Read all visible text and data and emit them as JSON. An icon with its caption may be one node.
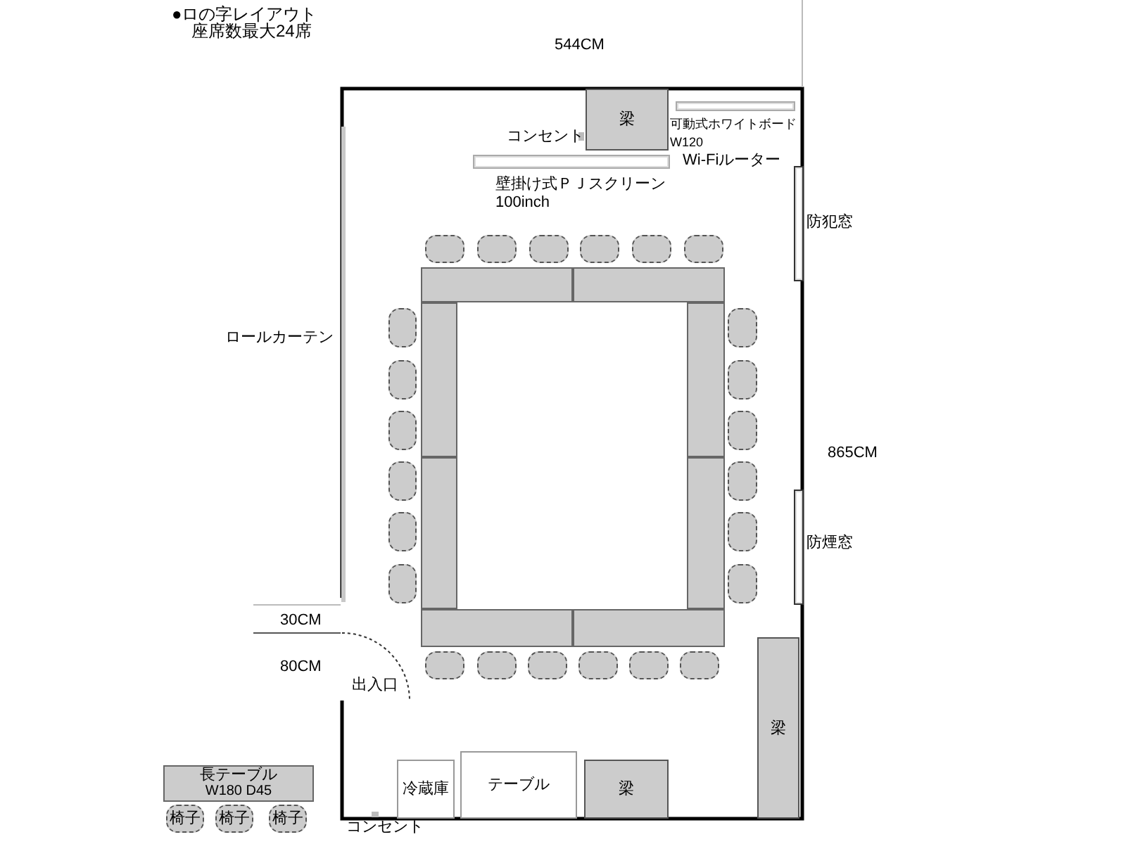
{
  "diagram": {
    "title": "●ロの字レイアウト",
    "nodes": [
      {
        "text": [
          "梁"
        ]
      },
      {
        "text": [],
        "shape": "bar",
        "beside": [
          "可動式ホワイトボード",
          "W120"
        ]
      },
      {
        "text": [],
        "shape": "bar",
        "beside": [
          "壁掛け式ＰＪスクリーン",
          "100inch"
        ]
      },
      {
        "text": [],
        "shape": "bar",
        "beside": [
          "防犯窓"
        ]
      },
      {
        "text": [],
        "shape": "box"
      },
      {
        "text": [],
        "shape": "box"
      },
      {
        "text": [],
        "shape": "box"
      },
      {
        "text": [],
        "shape": "box"
      },
      {
        "text": [],
        "shape": "box"
      },
      {
        "text": [],
        "shape": "box"
      },
      {
        "text": [],
        "shape": "box"
      },
      {
        "text": [],
        "shape": "box"
      },
      {
        "text": [],
        "shape": "box"
      },
      {
        "text": [],
        "shape": "box"
      },
      {
        "text": [],
        "shape": "box"
      },
      {
        "text": [],
        "shape": "box"
      },
      {
        "text": [],
        "shape": "box"
      },
      {
        "text": [],
        "shape": "box"
      },
      {
        "text": [],
        "shape": "box"
      },
      {
        "text": [],
        "shape": "box"
      },
      {
        "text": [],
        "shape": "box"
      },
      {
        "text": [],
        "shape": "box"
      },
      {
        "text": [],
        "shape": "box"
      },
      {
        "text": [],
        "shape": "box"
      },
      {
        "text": [],
        "shape": "box"
      },
      {
        "text": [],
        "shape": "box"
      },
      {
        "text": [],
        "shape": "box"
      },
      {
        "text": [],
        "shape": "box"
      },
      {
        "text": [],
        "shape": "bar",
        "beside": [
          "防煙窓"
        ]
      },
      {
        "text": [],
        "shape": "box"
      },
      {
        "text": [],
        "shape": "box"
      },
      {
        "text": [],
        "shape": "box"
      },
      {
        "text": [],
        "shape": "box"
      },
      {
        "text": [],
        "shape": "box"
      },
      {
        "text": [],
        "shape": "box"
      },
      {
        "text": [],
        "shape": "box"
      },
      {
        "text": [],
        "shape": "box"
      },
      {
        "text": [
          "梁"
        ]
      },
      {
        "text": [
          "冷蔵庫"
        ]
      },
      {
        "text": [
          "テーブル"
        ]
      },
      {
        "text": [
          "梁"
        ]
      },
      {
        "text": [
          "長テーブル",
          "W180 D45"
        ]
      },
      {
        "text": [
          "椅子"
        ]
      },
      {
        "text": [
          "椅子"
        ]
      },
      {
        "text": [
          "椅子"
        ]
      }
    ],
    "labels": [
      "座席数最大24席",
      "544CM",
      "コンセント",
      "Wi-Fiルーター",
      "ロールカーテン",
      "865CM",
      "30CM",
      "80CM",
      "出入口",
      "コンセント"
    ]
  }
}
